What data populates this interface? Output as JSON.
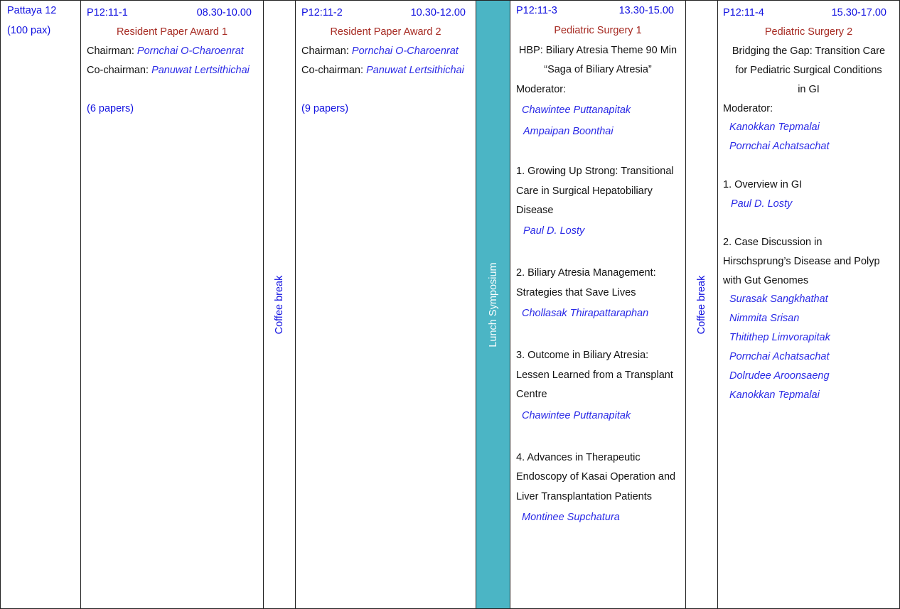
{
  "room": {
    "name": "Pattaya 12",
    "capacity": "(100 pax)"
  },
  "session1": {
    "code": "P12:11-1",
    "time": "08.30-10.00",
    "title": "Resident Paper Award 1",
    "chairman_label": "Chairman:",
    "chairman": "Pornchai O-Charoenrat",
    "cochairman_label": "Co-chairman:",
    "cochairman": "Panuwat Lertsithichai",
    "papers": "(6 papers)"
  },
  "break1": {
    "label": "Coffee break"
  },
  "session2": {
    "code": "P12:11-2",
    "time": "10.30-12.00",
    "title": "Resident Paper Award 2",
    "chairman_label": "Chairman:",
    "chairman": "Pornchai O-Charoenrat",
    "cochairman_label": "Co-chairman:",
    "cochairman": "Panuwat Lertsithichai",
    "papers": "(9 papers)"
  },
  "lunch": {
    "label": "Lunch Symposium",
    "color": "#4bb5c5"
  },
  "session3": {
    "code": "P12:11-3",
    "time": "13.30-15.00",
    "title": "Pediatric Surgery 1",
    "theme_line1": "HBP: Biliary Atresia Theme 90 Min",
    "theme_line2": "“Saga of Biliary Atresia”",
    "moderator_label": "Moderator:",
    "moderators": [
      "Chawintee Puttanapitak",
      "Ampaipan Boonthai"
    ],
    "talk1": {
      "l1": "1. Growing Up Strong: Transitional",
      "l2": "Care in Surgical Hepatobiliary",
      "l3": "Disease",
      "speaker": "Paul D. Losty"
    },
    "talk2": {
      "l1": "2. Biliary Atresia Management:",
      "l2": "Strategies that Save Lives",
      "speaker": "Chollasak Thirapattaraphan"
    },
    "talk3": {
      "l1": "3. Outcome in Biliary Atresia:",
      "l2": "Lessen Learned from a Transplant",
      "l3": "Centre",
      "speaker": "Chawintee Puttanapitak"
    },
    "talk4": {
      "l1": "4. Advances in Therapeutic",
      "l2": "Endoscopy of Kasai Operation and",
      "l3": "Liver Transplantation Patients",
      "speaker": "Montinee Supchatura"
    }
  },
  "break2": {
    "label": "Coffee break"
  },
  "session4": {
    "code": "P12:11-4",
    "time": "15.30-17.00",
    "title": "Pediatric Surgery 2",
    "theme_line1": "Bridging the Gap: Transition Care",
    "theme_line2": "for Pediatric Surgical Conditions",
    "theme_line3": "in GI",
    "moderator_label": "Moderator:",
    "moderators": [
      "Kanokkan Tepmalai",
      "Pornchai Achatsachat"
    ],
    "talk1": {
      "l1": "1. Overview in GI",
      "speaker": "Paul D. Losty"
    },
    "talk2": {
      "l1": "2. Case Discussion in",
      "l2": "Hirschsprung’s Disease and Polyp",
      "l3": "with Gut Genomes"
    },
    "panelists": [
      "Surasak Sangkhathat",
      "Nimmita Srisan",
      "Thitithep Limvorapitak",
      "Pornchai Achatsachat",
      "Dolrudee Aroonsaeng",
      "Kanokkan Tepmalai"
    ]
  }
}
